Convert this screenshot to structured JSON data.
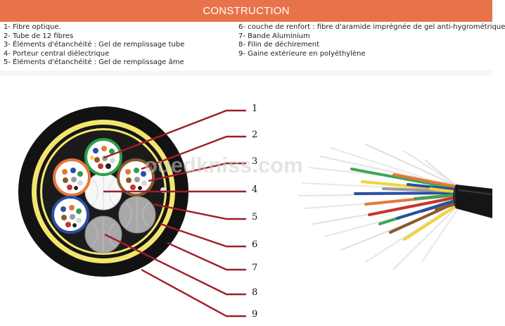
{
  "header": {
    "title": "CONSTRUCTION"
  },
  "legend": {
    "left": [
      "1- Fibre optique.",
      "2- Tube de 12 fibres",
      "3- Éléments d'étanchéité : Gel de remplissage tube",
      "4- Porteur central diélectrique",
      "5- Éléments d'étanchéité : Gel de remplissage âme"
    ],
    "right": [
      "6- couche de renfort : fibre d'aramide imprégnée de gel anti-hygrométrique",
      "7- Bande Aluminium",
      "8- Filin de déchirement",
      "9- Gaine extérieure en polyéthylène"
    ]
  },
  "callouts": [
    "1",
    "2",
    "3",
    "4",
    "5",
    "6",
    "7",
    "8",
    "9"
  ],
  "watermark": "ouedkniss.com",
  "colors": {
    "header": "#e8734a",
    "leader": "#a01c2b",
    "sheath": "#121212",
    "tape": "#f2e26a",
    "tube_green": "#2f9e4b",
    "tube_orange": "#e8763a",
    "tube_brown": "#8a5a2b",
    "tube_blue": "#2c4ea3"
  }
}
